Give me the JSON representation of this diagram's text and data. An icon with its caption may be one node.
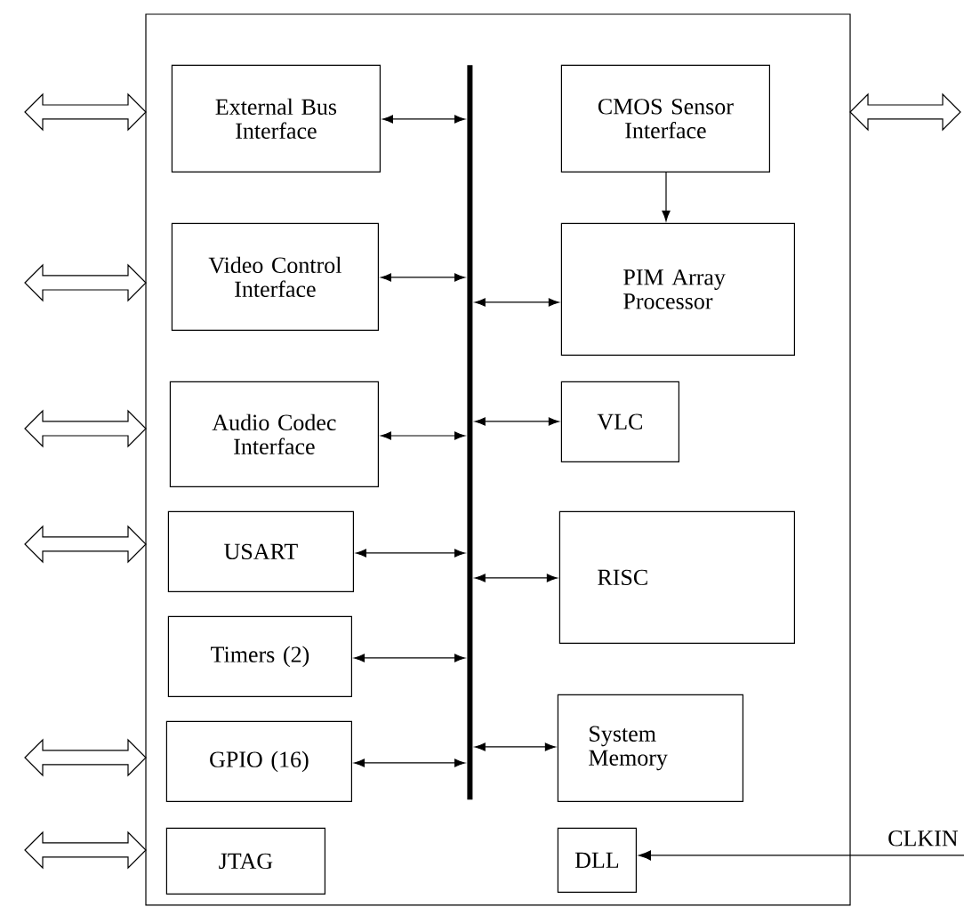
{
  "diagram": {
    "nodes": [
      {
        "text": [],
        "shape": "box"
      },
      {
        "text": [
          "External Bus Interface"
        ],
        "in": 0
      },
      {
        "text": [
          "CMOS Sensor Interface"
        ],
        "in": 0
      },
      {
        "text": [
          "Video Control Interface"
        ],
        "in": 0
      },
      {
        "text": [
          "PIM Array Processor"
        ],
        "in": 0
      },
      {
        "text": [
          "Audio Codec Interface"
        ],
        "in": 0
      },
      {
        "text": [
          "VLC"
        ],
        "in": 0
      },
      {
        "text": [
          "USART"
        ],
        "in": 0
      },
      {
        "text": [
          "RISC"
        ],
        "in": 0
      },
      {
        "text": [
          "Timers (2)"
        ],
        "in": 0
      },
      {
        "text": [
          "System Memory"
        ],
        "in": 0
      },
      {
        "text": [
          "GPIO (16)"
        ],
        "in": 0
      },
      {
        "text": [
          "JTAG"
        ],
        "in": 0
      },
      {
        "text": [
          "DLL"
        ],
        "in": 0
      },
      {
        "text": [],
        "shape": "bar",
        "in": 0
      }
    ],
    "edges": [
      {
        "from": 1,
        "to": 14,
        "arrow": "both"
      },
      {
        "from": 2,
        "to": 4,
        "arrow": "to"
      },
      {
        "from": 3,
        "to": 14,
        "arrow": "both"
      },
      {
        "from": 14,
        "to": 4,
        "arrow": "both"
      },
      {
        "from": 5,
        "to": 14,
        "arrow": "both"
      },
      {
        "from": 14,
        "to": 6,
        "arrow": "both"
      },
      {
        "from": 7,
        "to": 14,
        "arrow": "both"
      },
      {
        "from": 14,
        "to": 8,
        "arrow": "both"
      },
      {
        "from": 9,
        "to": 14,
        "arrow": "both"
      },
      {
        "from": 14,
        "to": 10,
        "arrow": "both"
      },
      {
        "from": 11,
        "to": 14,
        "arrow": "both"
      },
      {
        "from": null,
        "to": 0,
        "arrow": "both"
      },
      {
        "from": null,
        "to": 0,
        "arrow": "both"
      },
      {
        "from": null,
        "to": 0,
        "arrow": "both"
      },
      {
        "from": null,
        "to": 0,
        "arrow": "both"
      },
      {
        "from": null,
        "to": 0,
        "arrow": "both"
      },
      {
        "from": null,
        "to": 0,
        "arrow": "both"
      },
      {
        "from": null,
        "to": 0,
        "arrow": "both"
      },
      {
        "from": null,
        "to": 13,
        "arrow": "to",
        "label": "CLKIN"
      }
    ]
  }
}
